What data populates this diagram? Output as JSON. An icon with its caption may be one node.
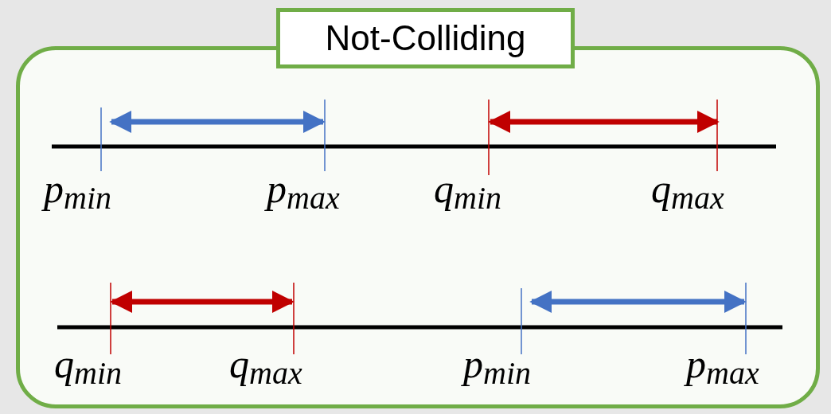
{
  "diagram": {
    "nodes": [
      {
        "text": [
          "Not-Colliding"
        ]
      }
    ],
    "edges": [],
    "labels": [
      "p$_{min}$",
      "p$_{max}$",
      "q$_{min}$",
      "q$_{max}$",
      "q$_{min}$",
      "q$_{max}$",
      "p$_{min}$",
      "p$_{max}$"
    ]
  }
}
